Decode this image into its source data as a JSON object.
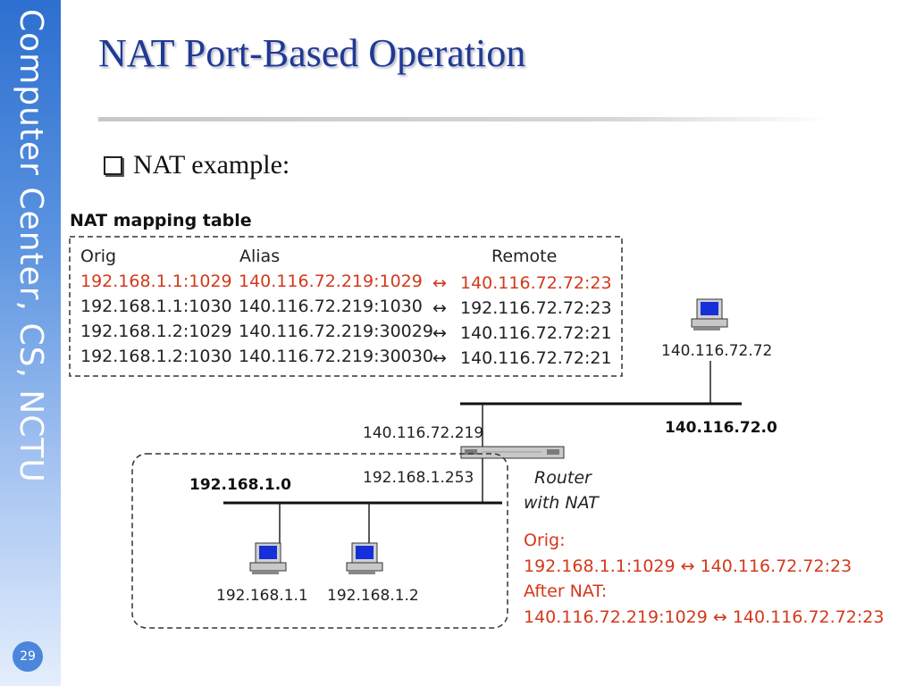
{
  "sidebar": {
    "text": "Computer Center, CS, NCTU",
    "page_number": "29"
  },
  "slide": {
    "title": "NAT Port-Based Operation",
    "bullet": "NAT example:"
  },
  "table": {
    "title": "NAT mapping table",
    "headers": {
      "orig": "Orig",
      "alias": "Alias",
      "remote": "Remote"
    },
    "arrow": "↔",
    "rows": [
      {
        "orig": "192.168.1.1:1029",
        "alias": "140.116.72.219:1029",
        "remote": "140.116.72.72:23",
        "highlight": true
      },
      {
        "orig": "192.168.1.1:1030",
        "alias": "140.116.72.219:1030",
        "remote": "192.116.72.72:23",
        "highlight": false
      },
      {
        "orig": "192.168.1.2:1029",
        "alias": "140.116.72.219:30029",
        "remote": "140.116.72.72:21",
        "highlight": false
      },
      {
        "orig": "192.168.1.2:1030",
        "alias": "140.116.72.219:30030",
        "remote": "140.116.72.72:21",
        "highlight": false
      }
    ]
  },
  "network": {
    "remote_host_ip": "140.116.72.72",
    "public_network": "140.116.72.0",
    "router_public_ip": "140.116.72.219",
    "router_private_ip": "192.168.1.253",
    "router_label_1": "Router",
    "router_label_2": "with NAT",
    "private_network": "192.168.1.0",
    "host1_ip": "192.168.1.1",
    "host2_ip": "192.168.1.2"
  },
  "translation": {
    "orig_label": "Orig:",
    "orig_value": "192.168.1.1:1029 ↔ 140.116.72.72:23",
    "after_label": "After NAT:",
    "after_value": "140.116.72.219:1029 ↔ 140.116.72.72:23"
  },
  "colors": {
    "title": "#1f3a93",
    "highlight": "#d4381c",
    "text": "#222222"
  },
  "icons": {
    "host": "computer-icon",
    "router": "router-icon"
  }
}
